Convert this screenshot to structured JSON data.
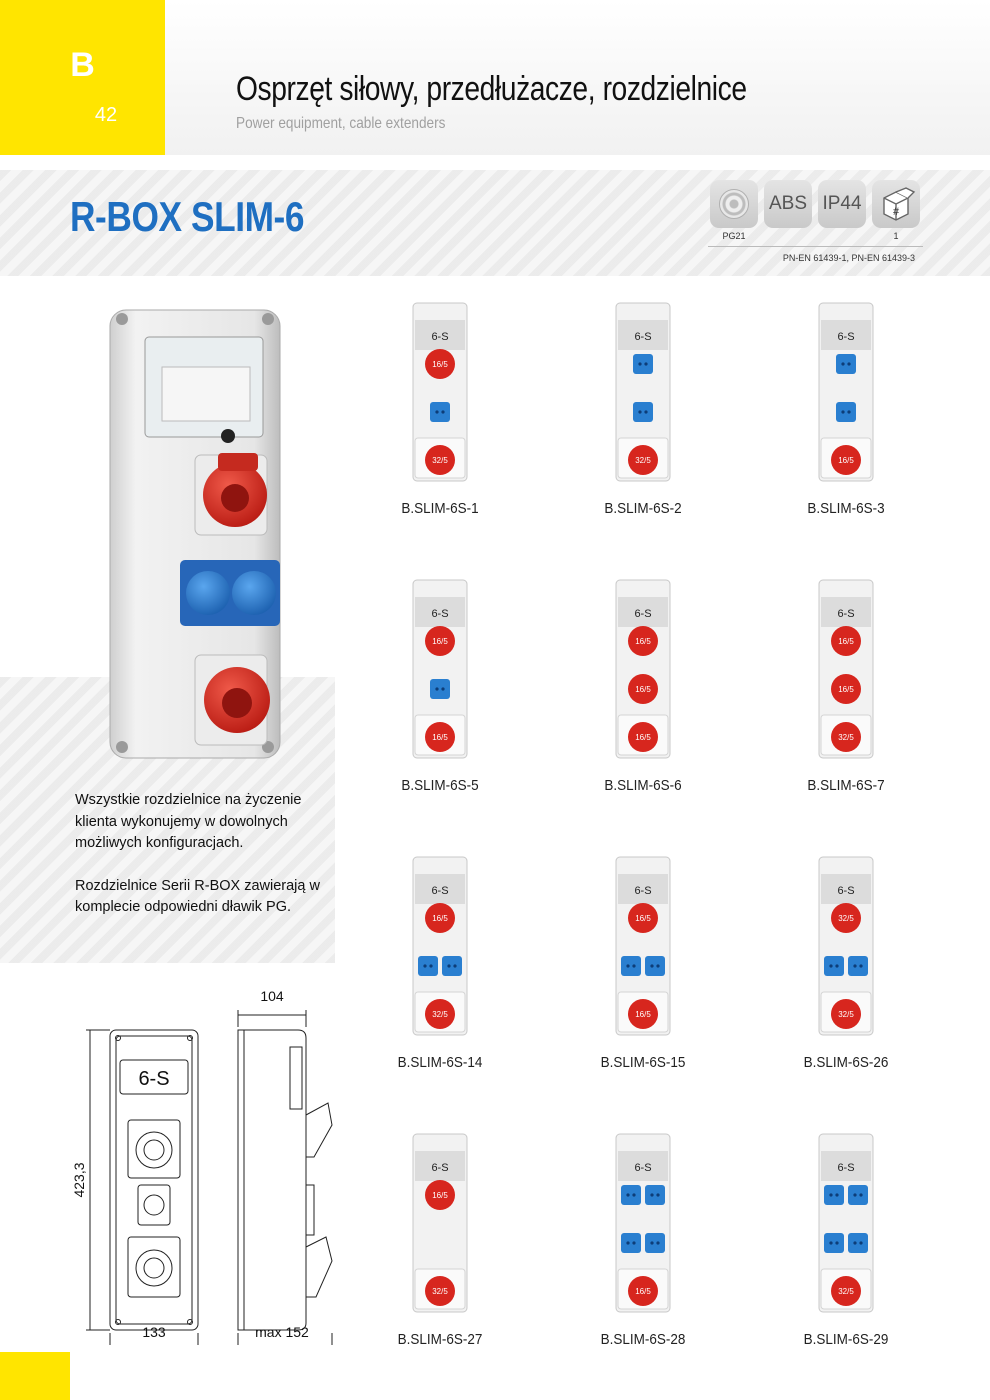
{
  "section": {
    "letter": "B",
    "page": "42"
  },
  "header": {
    "title": "Osprzęt siłowy, przedłużacze, rozdzielnice",
    "subtitle": "Power equipment, cable extenders"
  },
  "product": {
    "name": "R-BOX SLIM-6"
  },
  "badges": {
    "gland_caption": "PG21",
    "material": "ABS",
    "ip_rating": "IP44",
    "qty_symbol": "#",
    "qty_caption": "1",
    "standards": "PN-EN 61439-1, PN-EN 61439-3"
  },
  "notes": {
    "p1": "Wszystkie rozdzielnice na życzenie klienta wykonujemy w dowolnych możliwych konfiguracjach.",
    "p2": "Rozdzielnice Serii R-BOX zawierają w komplecie odpowiedni dławik PG."
  },
  "drawing": {
    "front_label": "6-S",
    "dim_top": "104",
    "dim_height": "423,3",
    "dim_width": "133",
    "dim_depth": "max 152"
  },
  "colors": {
    "accent_yellow": "#ffe500",
    "title_blue": "#1f6fc1",
    "socket_red": "#d7261e",
    "socket_blue": "#2a7fd0"
  },
  "variants": [
    {
      "code": "B.SLIM-6S-1",
      "header": "6-S",
      "rows": [
        [
          "r:16/5"
        ],
        [
          "b"
        ],
        [
          "r:32/5"
        ]
      ]
    },
    {
      "code": "B.SLIM-6S-2",
      "header": "6-S",
      "rows": [
        [
          "b"
        ],
        [
          "b"
        ],
        [
          "r:32/5"
        ]
      ]
    },
    {
      "code": "B.SLIM-6S-3",
      "header": "6-S",
      "rows": [
        [
          "b"
        ],
        [
          "b"
        ],
        [
          "r:16/5"
        ]
      ]
    },
    {
      "code": "B.SLIM-6S-5",
      "header": "6-S",
      "rows": [
        [
          "r:16/5"
        ],
        [
          "b"
        ],
        [
          "r:16/5"
        ]
      ]
    },
    {
      "code": "B.SLIM-6S-6",
      "header": "6-S",
      "rows": [
        [
          "r:16/5"
        ],
        [
          "r:16/5"
        ],
        [
          "r:16/5"
        ]
      ]
    },
    {
      "code": "B.SLIM-6S-7",
      "header": "6-S",
      "rows": [
        [
          "r:16/5"
        ],
        [
          "r:16/5"
        ],
        [
          "r:32/5"
        ]
      ]
    },
    {
      "code": "B.SLIM-6S-14",
      "header": "6-S",
      "rows": [
        [
          "r:16/5"
        ],
        [
          "b",
          "b"
        ],
        [
          "r:32/5"
        ]
      ]
    },
    {
      "code": "B.SLIM-6S-15",
      "header": "6-S",
      "rows": [
        [
          "r:16/5"
        ],
        [
          "b",
          "b"
        ],
        [
          "r:16/5"
        ]
      ]
    },
    {
      "code": "B.SLIM-6S-26",
      "header": "6-S",
      "rows": [
        [
          "r:32/5"
        ],
        [
          "b",
          "b"
        ],
        [
          "r:32/5"
        ]
      ]
    },
    {
      "code": "B.SLIM-6S-27",
      "header": "6-S",
      "rows": [
        [
          "r:16/5"
        ],
        [
          "r:32/5"
        ]
      ]
    },
    {
      "code": "B.SLIM-6S-28",
      "header": "6-S",
      "rows": [
        [
          "b",
          "b"
        ],
        [
          "b",
          "b"
        ],
        [
          "r:16/5"
        ]
      ]
    },
    {
      "code": "B.SLIM-6S-29",
      "header": "6-S",
      "rows": [
        [
          "b",
          "b"
        ],
        [
          "b",
          "b"
        ],
        [
          "r:32/5"
        ]
      ]
    }
  ]
}
